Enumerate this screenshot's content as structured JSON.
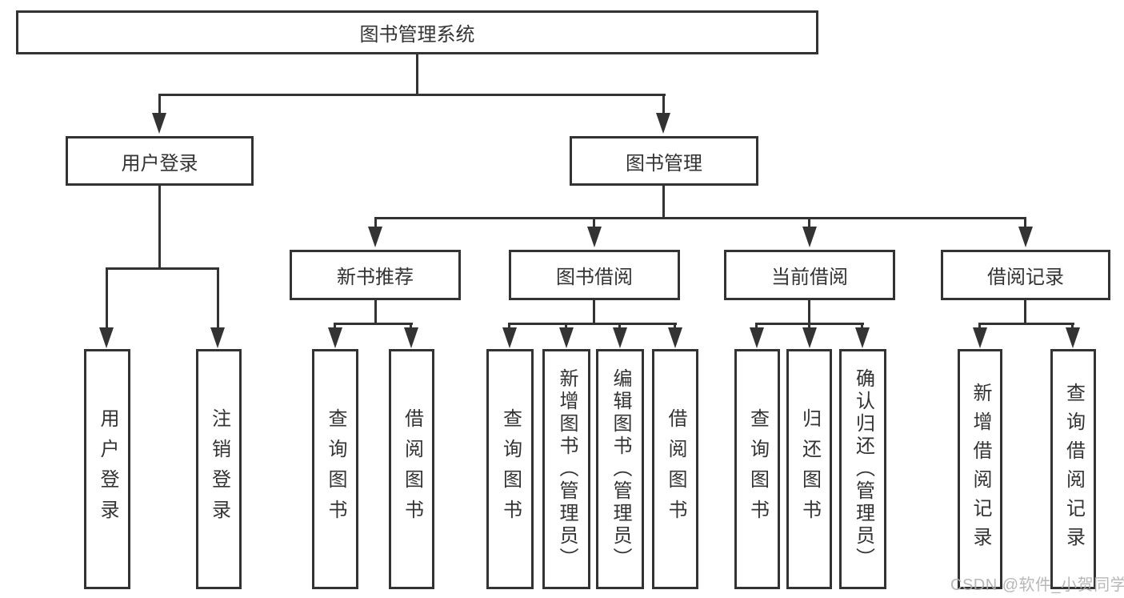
{
  "root": {
    "label": "图书管理系统"
  },
  "tree": {
    "login": {
      "label": "用户登录",
      "children": [
        {
          "label": "用户登录"
        },
        {
          "label": "注销登录"
        }
      ]
    },
    "management": {
      "label": "图书管理",
      "sections": [
        {
          "label": "新书推荐",
          "children": [
            {
              "label": "查询图书"
            },
            {
              "label": "借阅图书"
            }
          ]
        },
        {
          "label": "图书借阅",
          "children": [
            {
              "label": "查询图书"
            },
            {
              "label": "新增图书（管理员）"
            },
            {
              "label": "编辑图书（管理员）"
            },
            {
              "label": "借阅图书"
            }
          ]
        },
        {
          "label": "当前借阅",
          "children": [
            {
              "label": "查询图书"
            },
            {
              "label": "归还图书"
            },
            {
              "label": "确认归还（管理员）"
            }
          ]
        },
        {
          "label": "借阅记录",
          "children": [
            {
              "label": "新增借阅记录"
            },
            {
              "label": "查询借阅记录"
            }
          ]
        }
      ]
    }
  },
  "watermark": {
    "text": "CSDN @软件_小贺同学"
  },
  "colors": {
    "line": "#333333",
    "text": "#333333",
    "background": "#ffffff",
    "watermark": "#b0b0b0"
  }
}
